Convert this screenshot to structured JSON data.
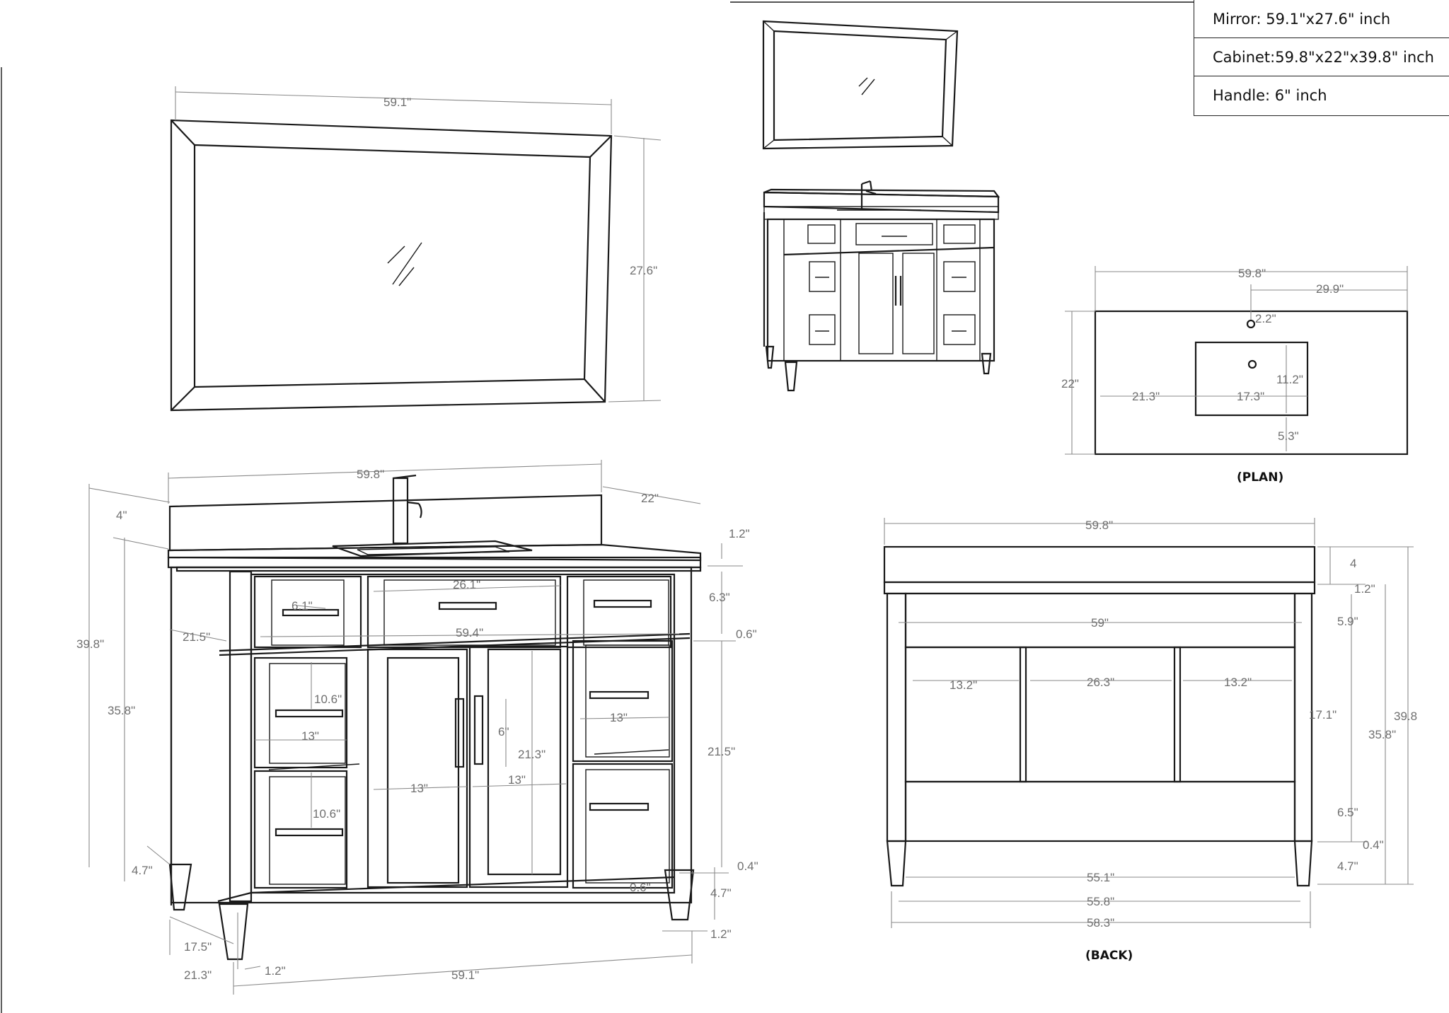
{
  "specs": [
    {
      "text": "Mirror: 59.1\"x27.6\"  inch"
    },
    {
      "text": "Cabinet:59.8\"x22\"x39.8\"  inch"
    },
    {
      "text": "Handle: 6\"  inch"
    }
  ],
  "captions": {
    "plan": "(PLAN)",
    "back": "(BACK)"
  },
  "mirror_dims": {
    "width": "59.1\"",
    "height": "27.6\""
  },
  "front_dims": {
    "width": "59.8\"",
    "depth": "22\"",
    "backsplash": "4\"",
    "total_height": "39.8\"",
    "body_height": "35.8\"",
    "top_thickness": "1.2\"",
    "drawer_height": "6.3\"",
    "sink_width": "26.1\"",
    "small_drawer": "6.1\"",
    "side_depth": "21.5\"",
    "inner_width": "59.4\"",
    "rail": "0.6\"",
    "drawer_a": "10.6\"",
    "drawer_b": "10.6\"",
    "handle": "6\"",
    "door_height": "21.3\"",
    "lower_height": "21.5\"",
    "w13a": "13\"",
    "w13b": "13\"",
    "w13c": "13\"",
    "w13d": "13\"",
    "leg_a": "4.7\"",
    "leg_b": "4.7\"",
    "gap_04": "0.4\"",
    "gap_06": "0.6\"",
    "leg_w": "1.2\"",
    "leg_w2": "1.2\"",
    "side_a": "17.5\"",
    "side_b": "21.3\"",
    "bottom_width": "59.1\""
  },
  "plan_dims": {
    "width": "59.8\"",
    "half": "29.9\"",
    "hole": "2.2\"",
    "depth": "22\"",
    "left": "21.3\"",
    "sink_w": "17.3\"",
    "sink_h": "11.2\"",
    "front": "5.3\""
  },
  "back_dims": {
    "width": "59.8\"",
    "backsplash": "4",
    "top": "1.2\"",
    "inner": "59\"",
    "rail": "5.9\"",
    "bay_left": "13.2\"",
    "bay_mid": "26.3\"",
    "bay_right": "13.2\"",
    "open": "17.1\"",
    "body": "35.8\"",
    "total": "39.8",
    "lower": "6.5\"",
    "gap": "0.4\"",
    "leg": "4.7\"",
    "base_a": "55.1\"",
    "base_b": "55.8\"",
    "base_c": "58.3\""
  }
}
